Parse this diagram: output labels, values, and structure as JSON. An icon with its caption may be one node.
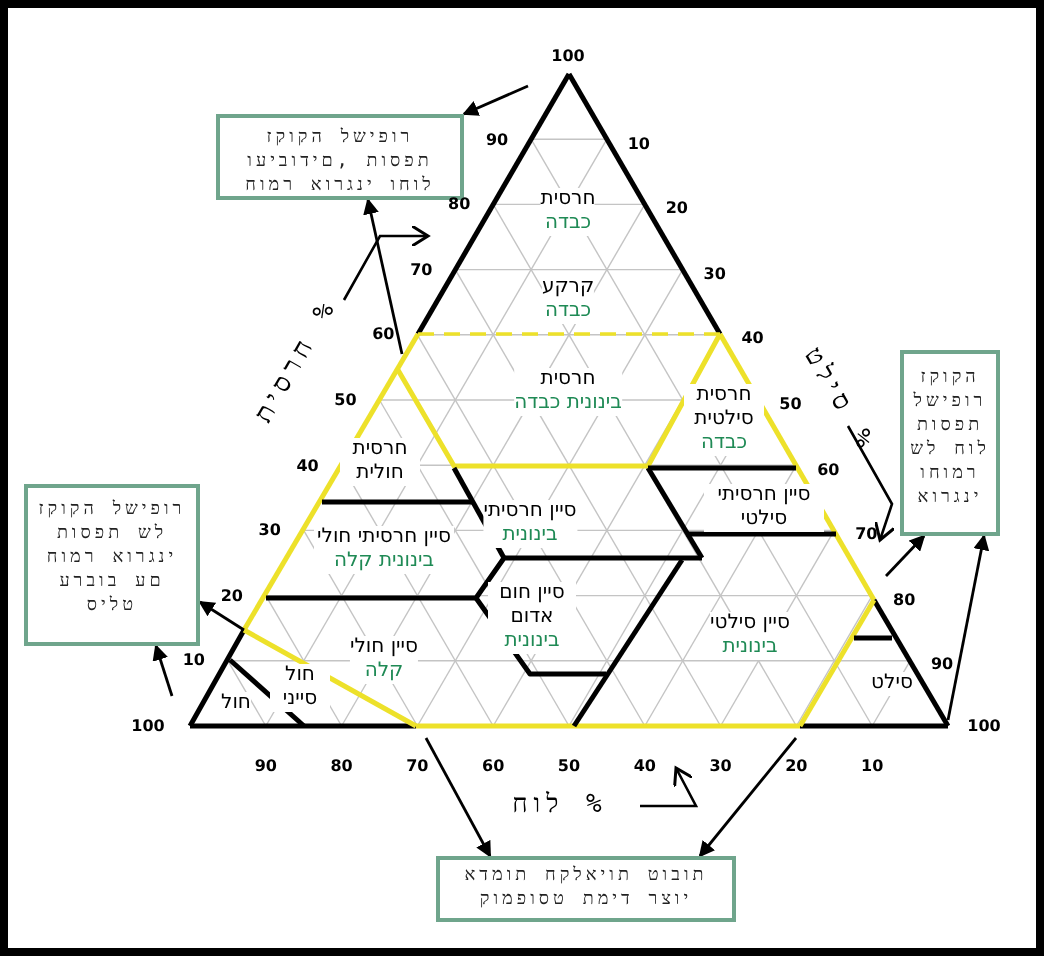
{
  "diagram": {
    "nodes": [
      {
        "text": [
          "זקוקה לשיפור ועיבודים, תוספת חומר אורגני וחול"
        ]
      },
      {
        "text": [
          "חרסית",
          "כבדה"
        ]
      },
      {
        "text": [
          "קרקע",
          "כבדה"
        ]
      },
      {
        "text": [
          "חרסית",
          "בינונית כבדה"
        ]
      },
      {
        "text": [
          "זקוקה לשיפור תוספת של חול וחומר אורגני"
        ]
      },
      {
        "text": [
          "חרסית סילטית",
          "כבדה"
        ]
      },
      {
        "text": [
          "חרסית חולית"
        ]
      },
      {
        "text": [
          "סיין חרסיתי",
          "בינונית"
        ]
      },
      {
        "text": [
          "סיין חרסיתי סילטי"
        ]
      },
      {
        "text": [
          "זקוקה לשיפור תוספת של חומר אורגני ערבוב עם סילט"
        ]
      },
      {
        "text": [
          "סיין חרסיתי חולי",
          "בינונית קלה"
        ]
      },
      {
        "text": [
          "סיין חום אדום",
          "בינונית"
        ]
      },
      {
        "text": [
          "סיין סילטי",
          "בינונית"
        ]
      },
      {
        "text": [
          "סיין חולי",
          "קלה"
        ]
      },
      {
        "text": [
          "סילט"
        ]
      },
      {
        "text": [
          "חול סייני"
        ]
      },
      {
        "text": [
          "חול"
        ]
      },
      {
        "text": [
          "אדמות חקלאיות טובות קומפוסט תמיד רצוי"
        ]
      }
    ],
    "edges": [
      {
        "from": null,
        "to": 0,
        "arrow": "to"
      },
      {
        "from": null,
        "to": 0,
        "arrow": "to"
      },
      {
        "from": null,
        "to": 4,
        "arrow": "to"
      },
      {
        "from": null,
        "to": 4,
        "arrow": "to"
      },
      {
        "from": null,
        "to": 9,
        "arrow": "to"
      },
      {
        "from": null,
        "to": 9,
        "arrow": "to"
      },
      {
        "from": null,
        "to": 17,
        "arrow": "to"
      },
      {
        "from": null,
        "to": 17,
        "arrow": "to"
      }
    ],
    "labels": [
      "100",
      "90",
      "80",
      "70",
      "60",
      "50",
      "40",
      "30",
      "20",
      "10",
      "100",
      "10",
      "20",
      "30",
      "40",
      "50",
      "60",
      "70",
      "80",
      "90",
      "100",
      "90",
      "80",
      "70",
      "60",
      "50",
      "40",
      "30",
      "20",
      "10",
      "% חרסית",
      "% סילט",
      "חול %"
    ]
  }
}
